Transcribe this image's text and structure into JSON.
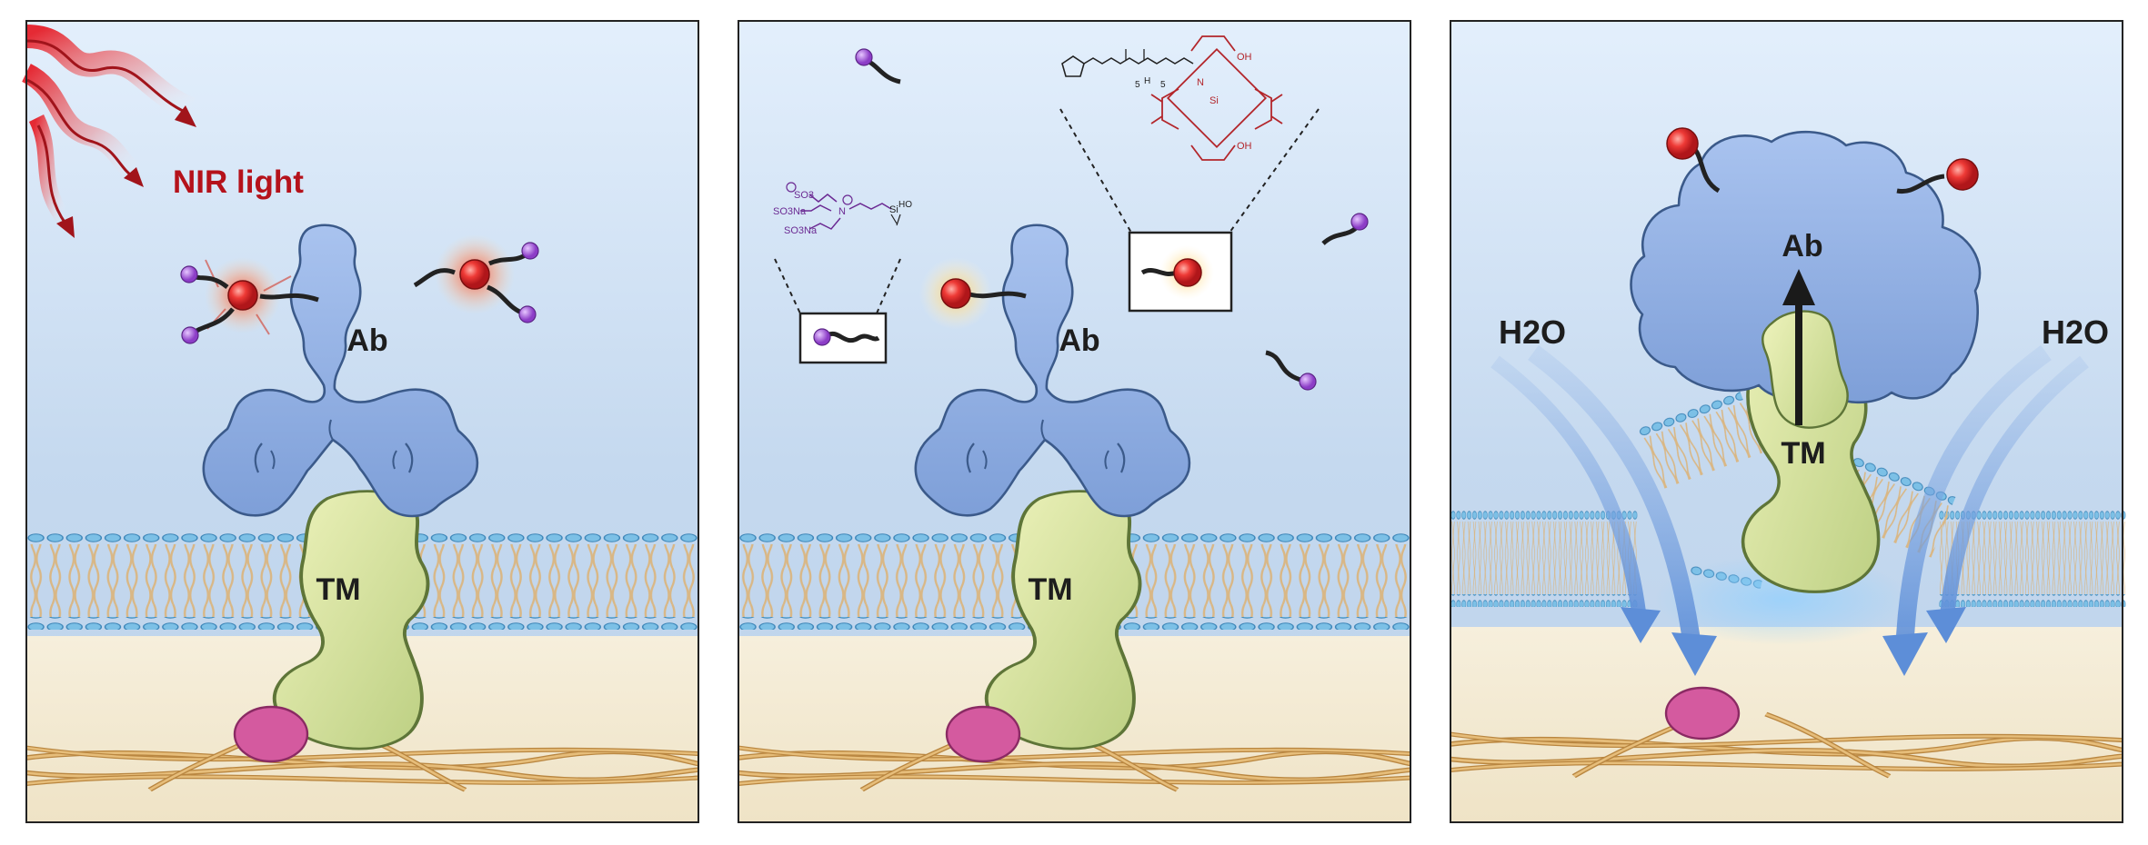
{
  "panels": [
    {
      "name": "panel-1",
      "light_label": "NIR light",
      "antibody_label": "Ab",
      "protein_label": "TM"
    },
    {
      "name": "panel-2",
      "antibody_label": "Ab",
      "protein_label": "TM",
      "linker_chem": [
        "SO3",
        "SO3Na",
        "SO3Na",
        "N",
        "Si",
        "HO"
      ],
      "dye_chem": [
        "5",
        "H",
        "5",
        "Si",
        "OH",
        "OH",
        "N"
      ]
    },
    {
      "name": "panel-3",
      "antibody_label": "Ab",
      "protein_label": "TM",
      "water_left": "H2O",
      "water_right": "H2O"
    }
  ],
  "colors": {
    "nir_red": "#b5121b",
    "antibody": "#8fb0e4",
    "protein": "#d7e59a",
    "lipid_head": "#74b7de",
    "cytoskeleton": "#c9974d",
    "pink_protein": "#d45a9f",
    "ligand": "#a05ad6",
    "dye": "#e8383a"
  }
}
